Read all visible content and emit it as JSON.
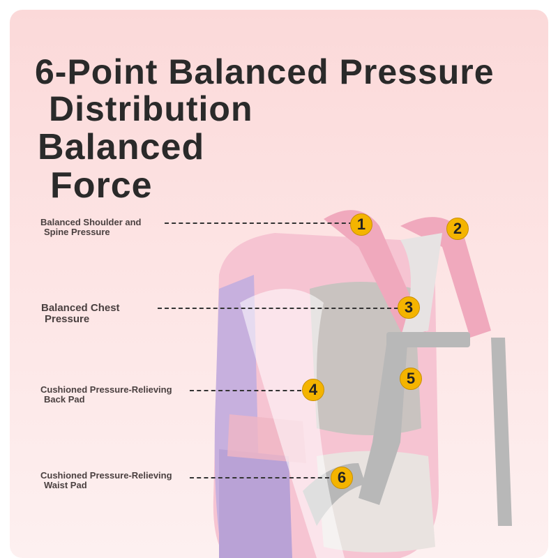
{
  "headline": {
    "line1": "6-Point Balanced Pressure",
    "line2": "Distribution",
    "line3": "Balanced",
    "line4": "Force"
  },
  "callouts": [
    {
      "number": "1",
      "line1": "Balanced Shoulder and",
      "line2": "Spine Pressure"
    },
    {
      "number": "2"
    },
    {
      "number": "3",
      "line1": "Balanced Chest",
      "line2": "Pressure"
    },
    {
      "number": "4",
      "line1": "Cushioned Pressure-Relieving",
      "line2": "Back Pad"
    },
    {
      "number": "5"
    },
    {
      "number": "6",
      "line1": "Cushioned Pressure-Relieving",
      "line2": "Waist Pad"
    }
  ],
  "colors": {
    "marker": "#f4b400",
    "background": "#fbd9d9",
    "bag_pink": "#f4c6d2",
    "bag_purple": "#b9a2d6",
    "strap_gray": "#b8b8b8"
  }
}
